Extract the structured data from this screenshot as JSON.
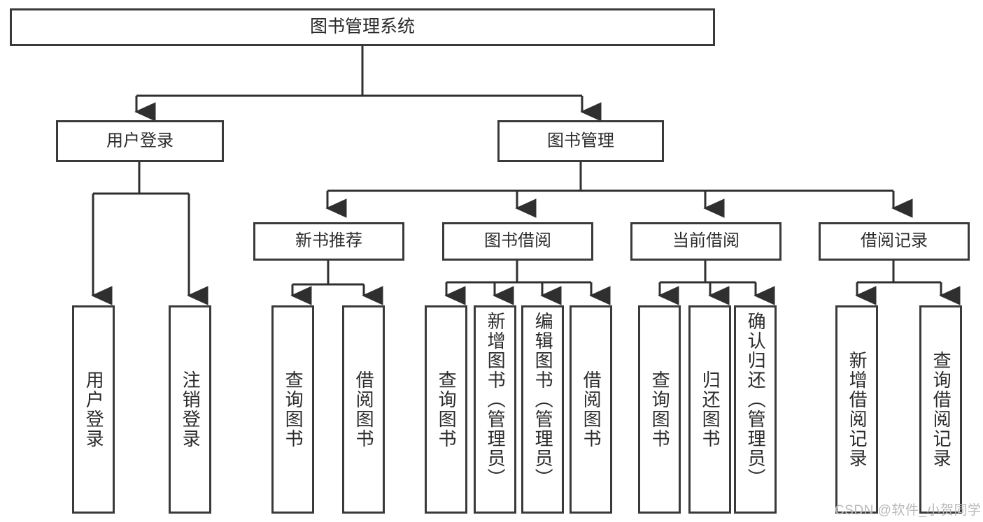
{
  "diagram": {
    "title": "图书管理系统",
    "type": "tree-hierarchy-diagram",
    "colors": {
      "box_border": "#3a3a3a",
      "box_fill": "#ffffff",
      "edge": "#2f2f2f",
      "text": "#2b2b2b",
      "watermark": "#b9b9b9",
      "background": "#ffffff"
    },
    "root": {
      "label": "图书管理系统"
    },
    "level2": [
      {
        "label": "用户登录"
      },
      {
        "label": "图书管理"
      }
    ],
    "level3": [
      {
        "label": "新书推荐"
      },
      {
        "label": "图书借阅"
      },
      {
        "label": "当前借阅"
      },
      {
        "label": "借阅记录"
      }
    ],
    "leaves": {
      "user_login": [
        {
          "label": "用户登录"
        },
        {
          "label": "注销登录"
        }
      ],
      "new_book_recommend": [
        {
          "label": "查询图书"
        },
        {
          "label": "借阅图书"
        }
      ],
      "book_borrow": [
        {
          "label": "查询图书"
        },
        {
          "label": "新增图书（管理员）"
        },
        {
          "label": "编辑图书（管理员）"
        },
        {
          "label": "借阅图书"
        }
      ],
      "current_borrow": [
        {
          "label": "查询图书"
        },
        {
          "label": "归还图书"
        },
        {
          "label": "确认归还（管理员）"
        }
      ],
      "borrow_record": [
        {
          "label": "新增借阅记录"
        },
        {
          "label": "查询借阅记录"
        }
      ]
    }
  },
  "watermark": {
    "text": "CSDN @软件_小贺同学"
  }
}
